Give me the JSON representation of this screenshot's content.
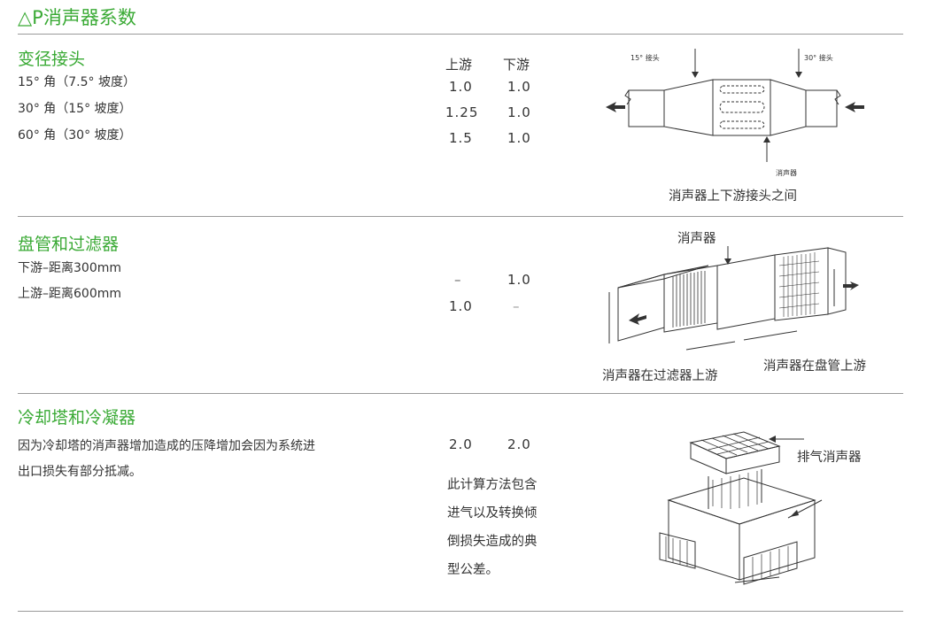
{
  "page_title": "△P消声器系数",
  "columns": {
    "upstream": "上游",
    "downstream": "下游"
  },
  "sections": [
    {
      "title": "变径接头",
      "rows": [
        {
          "label": "15° 角（7.5° 坡度）",
          "upstream": "1.0",
          "downstream": "1.0"
        },
        {
          "label": "30° 角（15° 坡度）",
          "upstream": "1.25",
          "downstream": "1.0"
        },
        {
          "label": "60° 角（30° 坡度）",
          "upstream": "1.5",
          "downstream": "1.0"
        }
      ],
      "figure": {
        "label_left": "15° 接头",
        "label_right": "30° 接头",
        "label_bottom": "消声器",
        "caption": "消声器上下游接头之间"
      }
    },
    {
      "title": "盘管和过滤器",
      "rows": [
        {
          "label": "下游–距离300mm",
          "upstream": "–",
          "downstream": "1.0"
        },
        {
          "label": "上游–距离600mm",
          "upstream": "1.0",
          "downstream": "–"
        }
      ],
      "figure": {
        "label_top": "消声器",
        "caption_left": "消声器在过滤器上游",
        "caption_right": "消声器在盘管上游"
      }
    },
    {
      "title": "冷却塔和冷凝器",
      "description_lines": [
        "因为冷却塔的消声器增加造成的压降增加会因为系统进",
        "出口损失有部分抵减。"
      ],
      "values": {
        "upstream": "2.0",
        "downstream": "2.0"
      },
      "note_lines": [
        "此计算方法包含",
        "进气以及转换倾",
        "倒损失造成的典",
        "型公差。"
      ],
      "figure": {
        "label": "排气消声器"
      }
    }
  ],
  "colors": {
    "accent": "#3aaa35",
    "text": "#333333",
    "rule": "#9a9a9a"
  }
}
